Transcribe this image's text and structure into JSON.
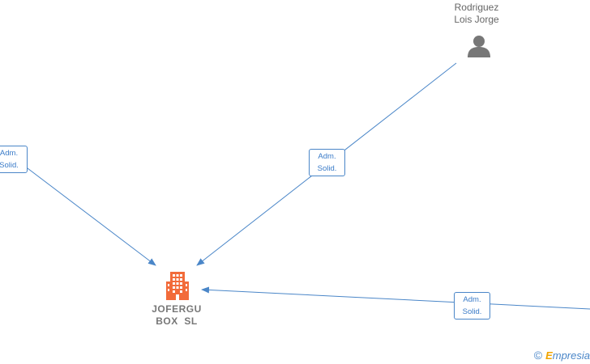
{
  "nodes": {
    "person": {
      "name_line1": "Rodriguez",
      "name_line2": "Lois Jorge",
      "icon": "person-icon"
    },
    "company": {
      "name_line1": "JOFERGU",
      "name_line2": "BOX  SL",
      "icon": "building-icon",
      "color": "#f26b3a"
    }
  },
  "edges": [
    {
      "label_line1": "Adm.",
      "label_line2": "Solid."
    },
    {
      "label_line1": "Adm.",
      "label_line2": "Solid."
    },
    {
      "label_line1": "Adm.",
      "label_line2": "Solid."
    }
  ],
  "colors": {
    "edge": "#4a86c8",
    "person": "#777777"
  },
  "brand": {
    "copyright": "©",
    "initial": "E",
    "rest": "mpresia"
  }
}
